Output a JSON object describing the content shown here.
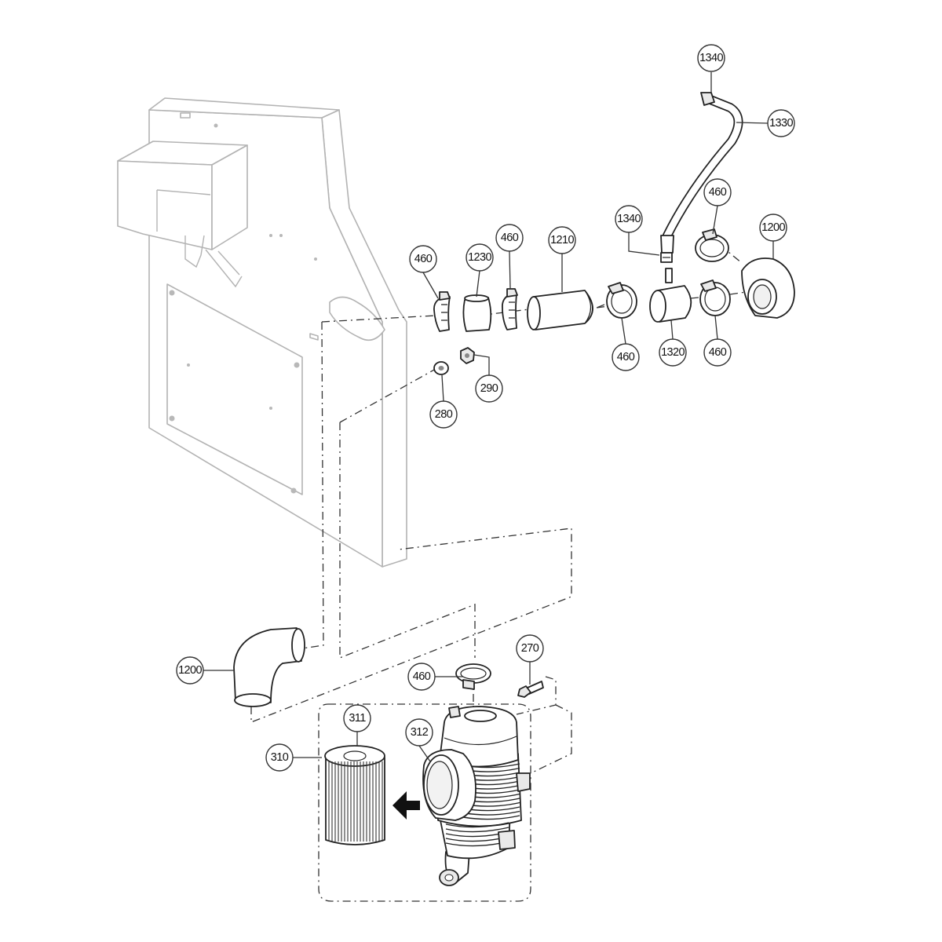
{
  "callouts": [
    {
      "id": "c1340a",
      "label": "1340"
    },
    {
      "id": "c1330",
      "label": "1330"
    },
    {
      "id": "c460a",
      "label": "460"
    },
    {
      "id": "c1200a",
      "label": "1200"
    },
    {
      "id": "c1340b",
      "label": "1340"
    },
    {
      "id": "c460b",
      "label": "460"
    },
    {
      "id": "c1230",
      "label": "1230"
    },
    {
      "id": "c460c",
      "label": "460"
    },
    {
      "id": "c1210",
      "label": "1210"
    },
    {
      "id": "c460d",
      "label": "460"
    },
    {
      "id": "c1320",
      "label": "1320"
    },
    {
      "id": "c460e",
      "label": "460"
    },
    {
      "id": "c290",
      "label": "290"
    },
    {
      "id": "c280",
      "label": "280"
    },
    {
      "id": "c270",
      "label": "270"
    },
    {
      "id": "c460f",
      "label": "460"
    },
    {
      "id": "c1200b",
      "label": "1200"
    },
    {
      "id": "c311",
      "label": "311"
    },
    {
      "id": "c312",
      "label": "312"
    },
    {
      "id": "c310",
      "label": "310"
    }
  ]
}
